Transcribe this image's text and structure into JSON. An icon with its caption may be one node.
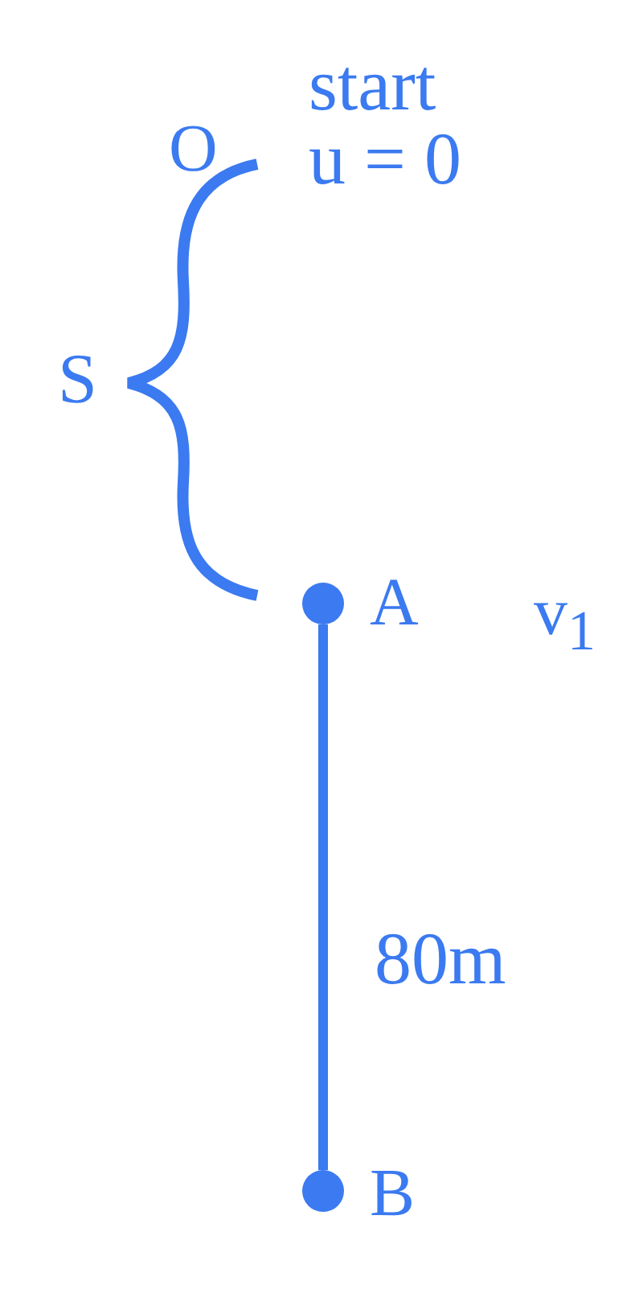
{
  "diagram": {
    "nodes": [
      {
        "text": [
          "A"
        ],
        "beside": [
          "v$_{1}$"
        ]
      },
      {
        "text": [
          "B"
        ]
      }
    ],
    "edges": [
      {
        "from": 0,
        "to": 1,
        "arrow": "none",
        "label": "80m"
      }
    ],
    "labels": [
      "start",
      "O",
      "u = 0",
      "S"
    ]
  }
}
